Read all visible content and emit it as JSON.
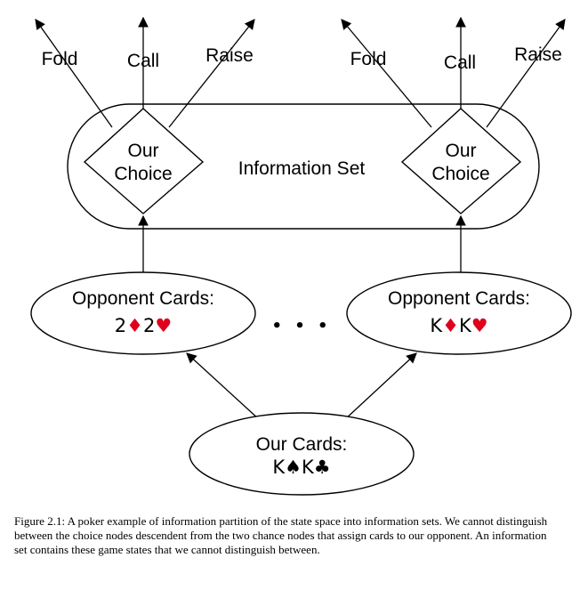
{
  "figure": {
    "actions_left": [
      "Fold",
      "Call",
      "Raise"
    ],
    "actions_right": [
      "Fold",
      "Call",
      "Raise"
    ],
    "choice_left": [
      "Our",
      "Choice"
    ],
    "choice_right": [
      "Our",
      "Choice"
    ],
    "info_set_label": "Information Set",
    "opp_left": {
      "title": "Opponent Cards:",
      "c1": "2",
      "s1": "♦",
      "c2": "2",
      "s2": "♥"
    },
    "opp_right": {
      "title": "Opponent Cards:",
      "c1": "K",
      "s1": "♦",
      "c2": "K",
      "s2": "♥"
    },
    "ellipsis": "• • •",
    "ours": {
      "title": "Our Cards:",
      "c1": "K",
      "s1": "♠",
      "c2": "K",
      "s2": "♣"
    },
    "suit_colors": {
      "red": "#e0001b",
      "black": "#000000"
    }
  },
  "caption": "Figure 2.1: A poker example of information partition of the state space into information sets. We cannot distinguish between the choice nodes descendent from the two chance nodes that assign cards to our opponent. An information set contains these game states that we cannot distinguish between."
}
